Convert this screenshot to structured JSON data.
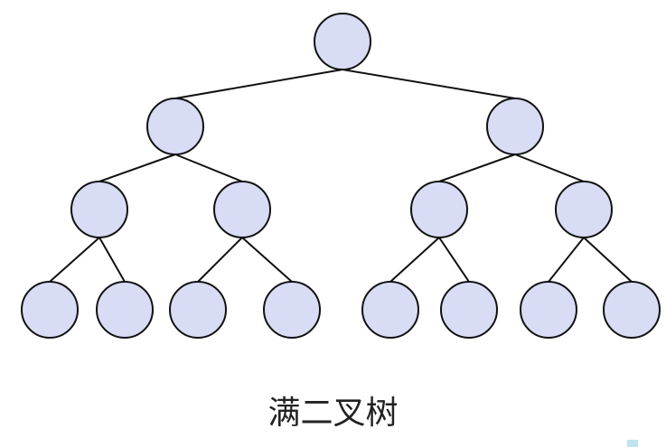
{
  "caption": "满二叉树",
  "colors": {
    "node_fill": "#d8dcf5",
    "node_stroke": "#111111",
    "edge": "#111111",
    "background": "#ffffff"
  },
  "tree": {
    "levels": 4,
    "nodes_per_level": [
      1,
      2,
      4,
      8
    ]
  }
}
